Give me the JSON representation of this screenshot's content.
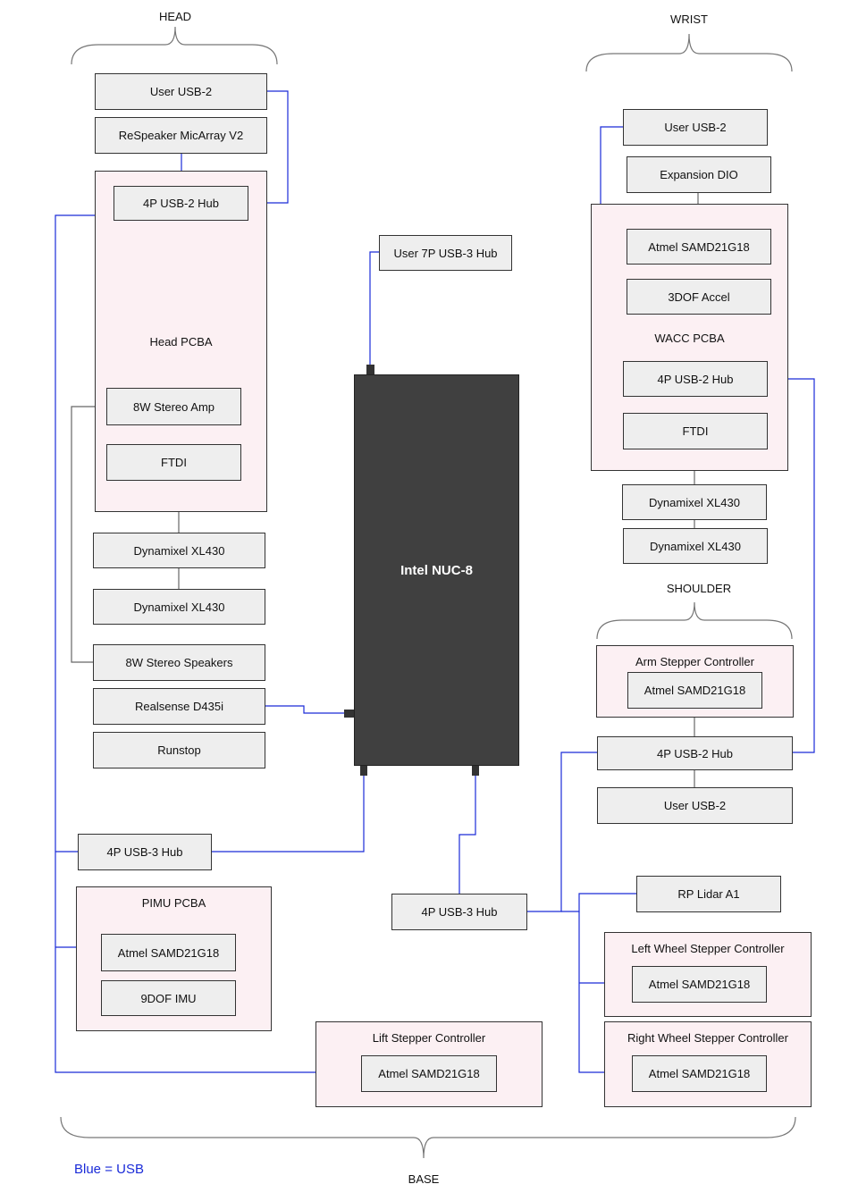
{
  "sections": {
    "head": "HEAD",
    "wrist": "WRIST",
    "shoulder": "SHOULDER",
    "base": "BASE"
  },
  "head": {
    "user_usb2": "User USB-2",
    "respeaker": "ReSpeaker MicArray V2",
    "hub": "4P USB-2 Hub",
    "pcba": "Head PCBA",
    "amp": "8W Stereo Amp",
    "ftdi": "FTDI",
    "dyn1": "Dynamixel XL430",
    "dyn2": "Dynamixel XL430",
    "speakers": "8W Stereo Speakers",
    "realsense": "Realsense D435i",
    "runstop": "Runstop"
  },
  "nuc": {
    "label": "Intel NUC-8",
    "user_hub": "User 7P USB-3 Hub"
  },
  "wrist": {
    "user_usb2": "User USB-2",
    "expansion": "Expansion DIO",
    "atmel": "Atmel SAMD21G18",
    "accel": "3DOF Accel",
    "pcba": "WACC PCBA",
    "hub": "4P USB-2 Hub",
    "ftdi": "FTDI",
    "dyn1": "Dynamixel XL430",
    "dyn2": "Dynamixel XL430"
  },
  "shoulder": {
    "controller": "Arm Stepper Controller",
    "atmel": "Atmel SAMD21G18",
    "hub": "4P USB-2 Hub",
    "user_usb2": "User USB-2"
  },
  "base": {
    "usb3_hub_left": "4P USB-3 Hub",
    "pimu": "PIMU PCBA",
    "pimu_atmel": "Atmel SAMD21G18",
    "imu": "9DOF IMU",
    "lift": "Lift Stepper Controller",
    "lift_atmel": "Atmel SAMD21G18",
    "usb3_hub_mid": "4P USB-3 Hub",
    "lidar": "RP Lidar A1",
    "left_wheel": "Left Wheel Stepper Controller",
    "left_atmel": "Atmel SAMD21G18",
    "right_wheel": "Right Wheel Stepper Controller",
    "right_atmel": "Atmel SAMD21G18"
  },
  "legend": "Blue = USB",
  "colors": {
    "usb": "#1a2bd8",
    "other": "#666666",
    "pcba_fill": "#fcf0f3",
    "box_fill": "#eeeeee",
    "nuc_fill": "#404040"
  }
}
